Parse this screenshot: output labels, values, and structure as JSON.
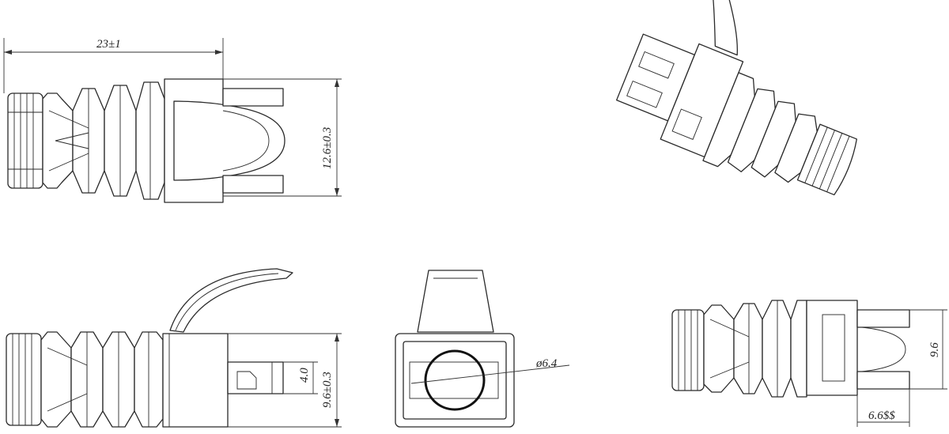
{
  "dimensions": {
    "length": "23±1",
    "height_top": "12.6±0.3",
    "clip_height": "4.0",
    "height_side": "9.6±0.3",
    "bore_diameter": "ø6.4",
    "width_right": "9.6",
    "offset_right": "6.6$$"
  },
  "colors": {
    "line": "#2a2a2a",
    "background": "#ffffff"
  }
}
